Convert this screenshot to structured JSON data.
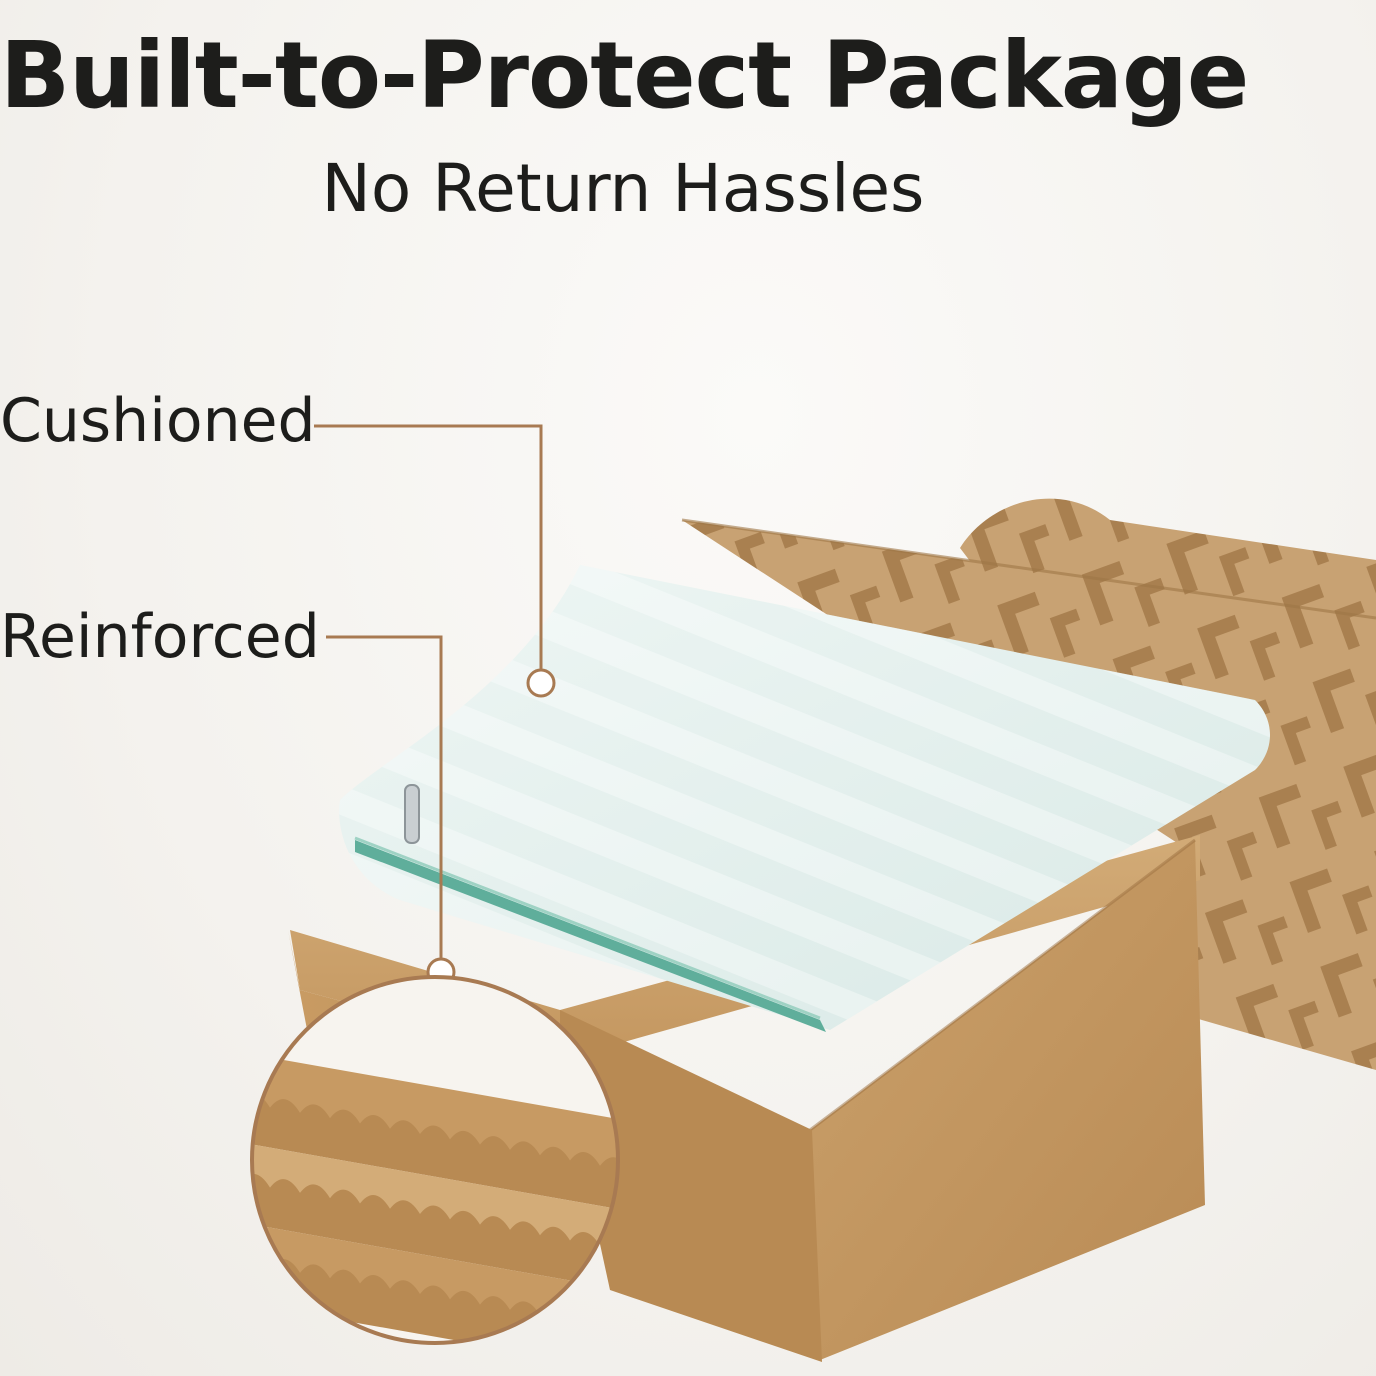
{
  "header": {
    "title": "Built-to-Protect Package",
    "subtitle": "No Return Hassles"
  },
  "callouts": {
    "cushioned": "Cushioned",
    "reinforced": "Reinforced"
  },
  "colors": {
    "leader_line": "#a87a52",
    "kraft": "#c79a63",
    "kraft_dark": "#a97c48",
    "foam": "#e3efed",
    "glass_edge": "#5fae9b",
    "text": "#1d1d1b"
  }
}
